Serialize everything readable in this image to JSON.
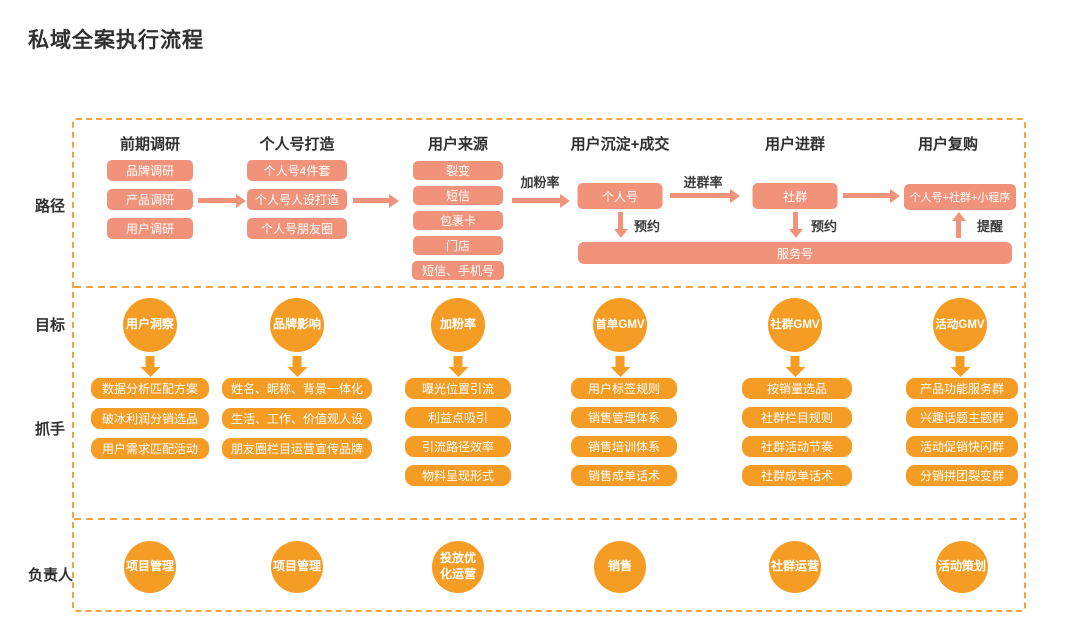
{
  "title": "私域全案执行流程",
  "row_labels": {
    "path": "路径",
    "goal": "目标",
    "grip": "抓手",
    "owner": "负责人"
  },
  "colors": {
    "salmon": "#F1937B",
    "orange": "#F59C24",
    "border_dash": "#F7A440"
  },
  "flow": {
    "fan_rate": "加粉率",
    "join_rate": "进群率",
    "reserve_1": "预约",
    "reserve_2": "预约",
    "remind": "提醒",
    "service_account": "服务号"
  },
  "columns": [
    {
      "header": "前期调研",
      "path_items": [
        "品牌调研",
        "产品调研",
        "用户调研"
      ],
      "goal": "用户洞察",
      "grips": [
        "数据分析匹配方案",
        "破冰利润分销选品",
        "用户需求匹配活动"
      ],
      "owner": "项目管理"
    },
    {
      "header": "个人号打造",
      "path_items": [
        "个人号4件套",
        "个人号人设打造",
        "个人号朋友圈"
      ],
      "goal": "品牌影响",
      "grips": [
        "姓名、昵称、背景一体化",
        "生活、工作、价值观人设",
        "朋友圈栏目运营宣传品牌"
      ],
      "owner": "项目管理"
    },
    {
      "header": "用户来源",
      "path_items": [
        "裂变",
        "短信",
        "包裹卡",
        "门店",
        "短信、手机号"
      ],
      "goal": "加粉率",
      "grips": [
        "曝光位置引流",
        "利益点吸引",
        "引流路径效率",
        "物料呈现形式"
      ],
      "owner": "投放优化运营"
    },
    {
      "header": "用户沉淀+成交",
      "path_node": "个人号",
      "goal": "首单GMV",
      "grips": [
        "用户标签规则",
        "销售管理体系",
        "销售培训体系",
        "销售成单话术"
      ],
      "owner": "销售"
    },
    {
      "header": "用户进群",
      "path_node": "社群",
      "goal": "社群GMV",
      "grips": [
        "按销量选品",
        "社群栏目规则",
        "社群活动节奏",
        "社群成单话术"
      ],
      "owner": "社群运营"
    },
    {
      "header": "用户复购",
      "path_node": "个人号+社群+小程序",
      "goal": "活动GMV",
      "grips": [
        "产品功能服务群",
        "兴趣话题主题群",
        "活动促销快闪群",
        "分销拼团裂变群"
      ],
      "owner": "活动策划"
    }
  ]
}
